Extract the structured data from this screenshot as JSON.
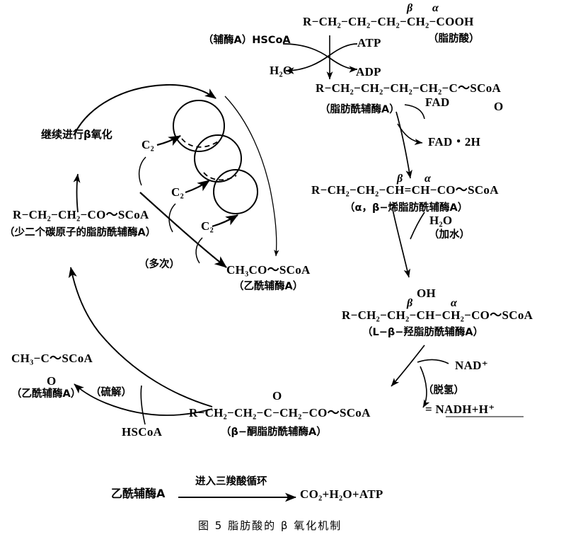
{
  "figure": {
    "caption": "图 5    脂肪酸的 β 氧化机制",
    "title_cn": "脂肪酸的β氧化机制"
  },
  "labels": {
    "fatty_acid_formula": "R−CH₂−CH₂−CH₂−CH₂−COOH",
    "fatty_acid_name": "（脂肪酸）",
    "beta_mark_1": "β",
    "alpha_mark_1": "α",
    "coa_label": "（辅酶A）HSCoA",
    "atp": "ATP",
    "adp": "ADP",
    "water_1": "H₂O",
    "acyl_coa_formula": "R−CH₂−CH₂−CH₂−CH₂−C～SCoA",
    "acyl_coa_double_bond_o": "O",
    "acyl_coa_name": "（脂肪酰辅酶A）",
    "fad": "FAD",
    "fad2h": "FAD・2H",
    "enoyl_formula": "R−CH₂−CH₂−CH=CH−CO～SCoA",
    "beta_mark_2": "β",
    "alpha_mark_2": "α",
    "enoyl_name": "（α，β−烯脂肪酰辅酶A）",
    "water_2": "H₂O",
    "hydration": "（加水）",
    "hydroxy_oh": "OH",
    "hydroxy_formula": "R−CH₂−CH₂−CH−CH₂−CO～SCoA",
    "beta_mark_3": "β",
    "alpha_mark_3": "α",
    "hydroxy_name": "（L−β−羟脂肪酰辅酶A）",
    "nad_plus": "NAD⁺",
    "dehydrogenation": "（脱氢）",
    "nadh": "= NADH+H⁺",
    "keto_o": "O",
    "keto_formula": "R−CH₂−CH₂−C−CH₂−CO～SCoA",
    "keto_name": "（β−酮脂肪酰辅酶A）",
    "hscoa": "HSCoA",
    "thiolysis": "（硫解）",
    "acetyl_formula": "CH₃−C～SCoA",
    "acetyl_o": "O",
    "acetyl_name": "（乙酰辅酶A）",
    "shortened_formula": "R−CH₂−CH₂−CO～SCoA",
    "shortened_name": "（少二个碳原子的脂肪酰辅酶A）",
    "continue_beta_ox": "继续进行β氧化",
    "c2_first": "C₂",
    "c2_second": "C₂",
    "c2_third": "C₂",
    "multiple_times": "（多次）",
    "acetyl_coa_spiral": "CH₃CO～SCoA",
    "acetyl_coa_spiral_name": "（乙酰辅酶A）",
    "acetyl_coa_bottom": "乙酰辅酶A",
    "tca_entry": "进入三羧酸循环",
    "tca_products": "CO₂+H₂O+ATP"
  },
  "colors": {
    "ink": "#000000",
    "background": "#ffffff"
  }
}
